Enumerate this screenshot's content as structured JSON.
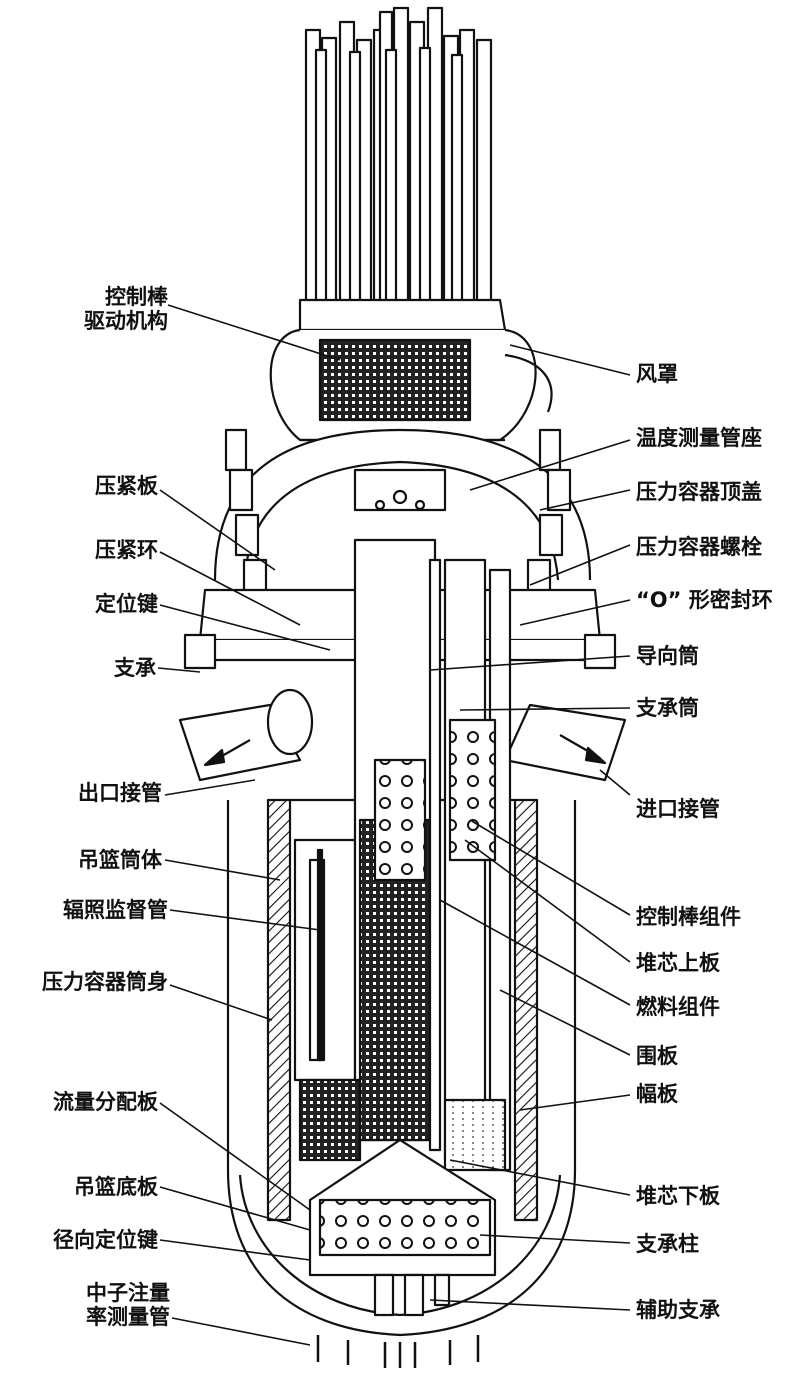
{
  "labels_left": [
    {
      "id": "control-rod-drive",
      "lines": [
        "控制棒",
        "驱动机构"
      ]
    },
    {
      "id": "hold-down-plate",
      "lines": [
        "压紧板"
      ]
    },
    {
      "id": "hold-down-ring",
      "lines": [
        "压紧环"
      ]
    },
    {
      "id": "alignment-key",
      "lines": [
        "定位键"
      ]
    },
    {
      "id": "support",
      "lines": [
        "支承"
      ]
    },
    {
      "id": "outlet-nozzle",
      "lines": [
        "出口接管"
      ]
    },
    {
      "id": "barrel-body",
      "lines": [
        "吊篮筒体"
      ]
    },
    {
      "id": "irradiation-tube",
      "lines": [
        "辐照监督管"
      ]
    },
    {
      "id": "vessel-shell",
      "lines": [
        "压力容器筒身"
      ]
    },
    {
      "id": "flow-plate",
      "lines": [
        "流量分配板"
      ]
    },
    {
      "id": "barrel-bottom",
      "lines": [
        "吊篮底板"
      ]
    },
    {
      "id": "radial-key",
      "lines": [
        "径向定位键"
      ]
    },
    {
      "id": "flux-tube",
      "lines": [
        "中子注量",
        "率测量管"
      ]
    }
  ],
  "labels_right": [
    {
      "id": "air-hood",
      "lines": [
        "风罩"
      ]
    },
    {
      "id": "thermo-seat",
      "lines": [
        "温度测量管座"
      ]
    },
    {
      "id": "vessel-head",
      "lines": [
        "压力容器顶盖"
      ]
    },
    {
      "id": "vessel-bolt",
      "lines": [
        "压力容器螺栓"
      ]
    },
    {
      "id": "o-ring",
      "lines": [
        "“O” 形密封环"
      ]
    },
    {
      "id": "guide-tube",
      "lines": [
        "导向筒"
      ]
    },
    {
      "id": "support-tube",
      "lines": [
        "支承筒"
      ]
    },
    {
      "id": "inlet-nozzle",
      "lines": [
        "进口接管"
      ]
    },
    {
      "id": "rod-assembly",
      "lines": [
        "控制棒组件"
      ]
    },
    {
      "id": "upper-core-plate",
      "lines": [
        "堆芯上板"
      ]
    },
    {
      "id": "fuel-assembly",
      "lines": [
        "燃料组件"
      ]
    },
    {
      "id": "baffle",
      "lines": [
        "围板"
      ]
    },
    {
      "id": "former-plate",
      "lines": [
        "幅板"
      ]
    },
    {
      "id": "lower-core-plate",
      "lines": [
        "堆芯下板"
      ]
    },
    {
      "id": "support-column",
      "lines": [
        "支承柱"
      ]
    },
    {
      "id": "aux-support",
      "lines": [
        "辅助支承"
      ]
    }
  ]
}
